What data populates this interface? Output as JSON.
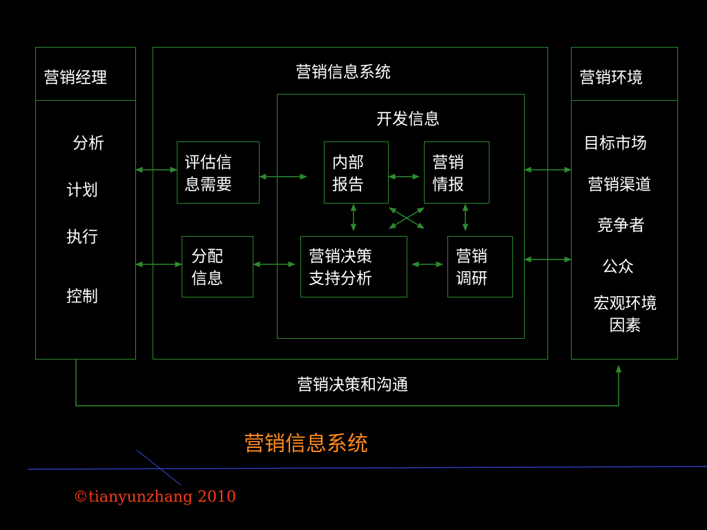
{
  "left_panel": {
    "title": "营销经理",
    "items": [
      "分析",
      "计划",
      "执行",
      "控制"
    ]
  },
  "center_panel": {
    "title": "营销信息系统",
    "assess": "评估信\n息需要",
    "distribute": "分配\n信息",
    "develop": {
      "title": "开发信息",
      "internal": "内部\n报告",
      "intelligence": "营销\n情报",
      "dss": "营销决策\n支持分析",
      "research": "营销\n调研"
    }
  },
  "right_panel": {
    "title": "营销环境",
    "items": [
      "目标市场",
      "营销渠道",
      "竞争者",
      "公众",
      "宏观环境\n因素"
    ]
  },
  "feedback_label": "营销决策和沟通",
  "caption": "营销信息系统",
  "copyright": "©tianyunzhang 2010",
  "colors": {
    "line": "#2e8b2e",
    "caption": "#ff8a1e",
    "copyright": "#ff3a1a"
  }
}
